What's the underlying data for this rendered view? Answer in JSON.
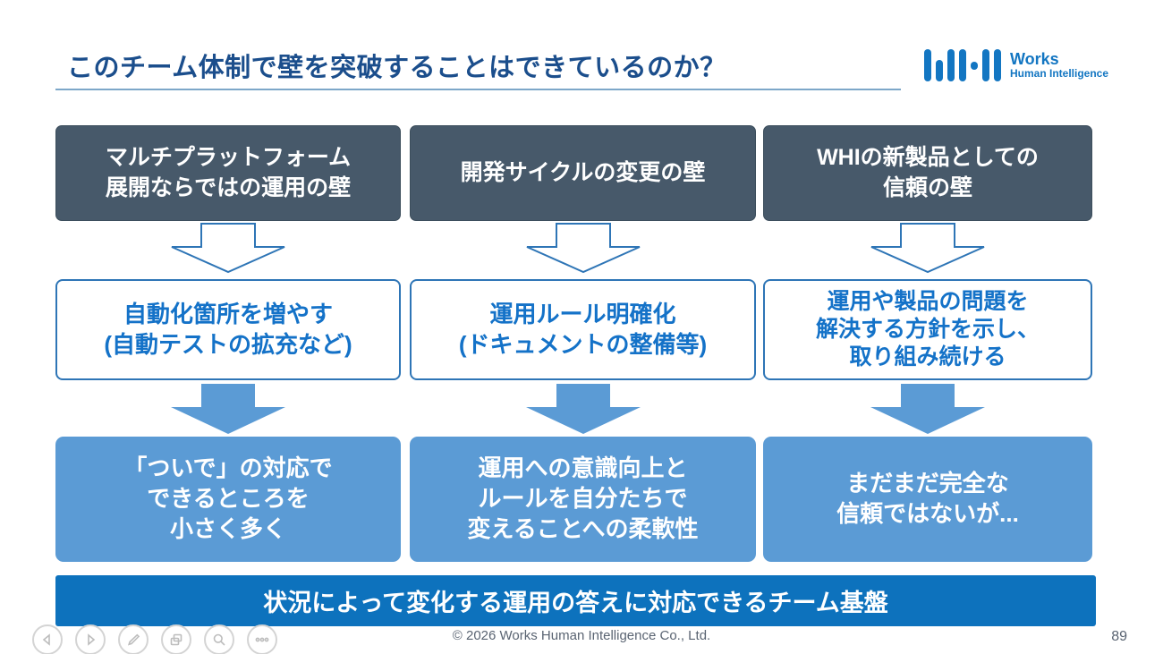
{
  "slide": {
    "title": "このチーム体制で壁を突破することはできているのか？",
    "footer": "© 2026 Works Human Intelligence Co., Ltd.",
    "page_number": "89",
    "logo": {
      "line1": "Works",
      "line2": "Human Intelligence"
    }
  },
  "columns": [
    {
      "wall": "マルチプラットフォーム\n展開ならではの運用の壁",
      "action": "自動化箇所を増やす\n(自動テストの拡充など)",
      "result": "「ついで」の対応で\nできるところを\n小さく多く"
    },
    {
      "wall": "開発サイクルの変更の壁",
      "action": "運用ルール明確化\n(ドキュメントの整備等)",
      "result": "運用への意識向上と\nルールを自分たちで\n変えることへの柔軟性"
    },
    {
      "wall": "WHIの新製品としての\n信頼の壁",
      "action": "運用や製品の問題を\n解決する方針を示し、\n取り組み続ける",
      "result": "まだまだ完全な\n信頼ではないが..."
    }
  ],
  "banner": "状況によって変化する運用の答えに対応できるチーム基盤",
  "controls": [
    {
      "icon": "previous-slide-icon"
    },
    {
      "icon": "next-slide-icon"
    },
    {
      "icon": "pen-icon"
    },
    {
      "icon": "see-all-slides-icon"
    },
    {
      "icon": "zoom-icon"
    },
    {
      "icon": "more-options-icon"
    }
  ],
  "colors": {
    "title_blue": "#1b4e8c",
    "wall_box_slate": "#47596a",
    "outline_blue": "#2e75b6",
    "light_blue": "#5b9bd5",
    "banner_blue": "#0d72bd",
    "logo_blue": "#1376c2"
  }
}
